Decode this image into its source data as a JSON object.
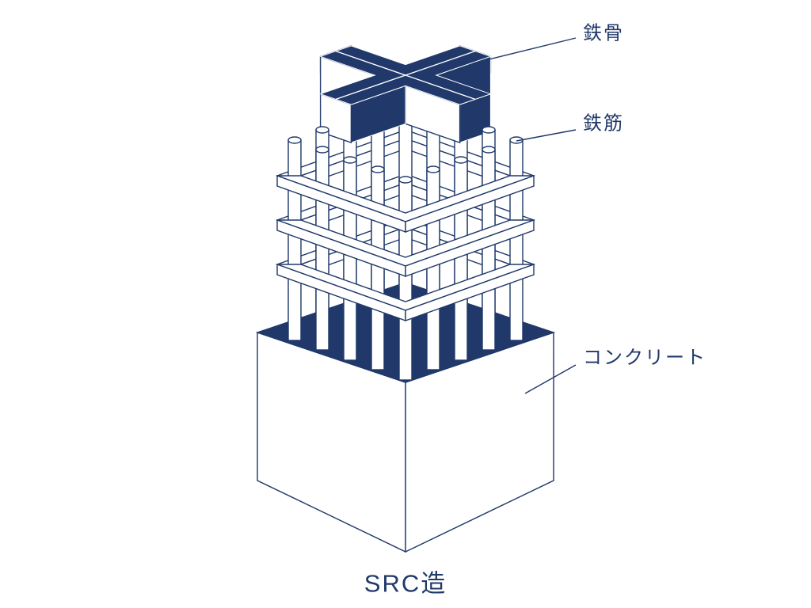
{
  "colors": {
    "navy": "#20396a",
    "background": "#ffffff"
  },
  "diagram": {
    "title": "SRC造",
    "callouts": {
      "steel_frame": {
        "label": "鉄骨"
      },
      "rebar": {
        "label": "鉄筋"
      },
      "concrete": {
        "label": "コンクリート"
      }
    }
  }
}
